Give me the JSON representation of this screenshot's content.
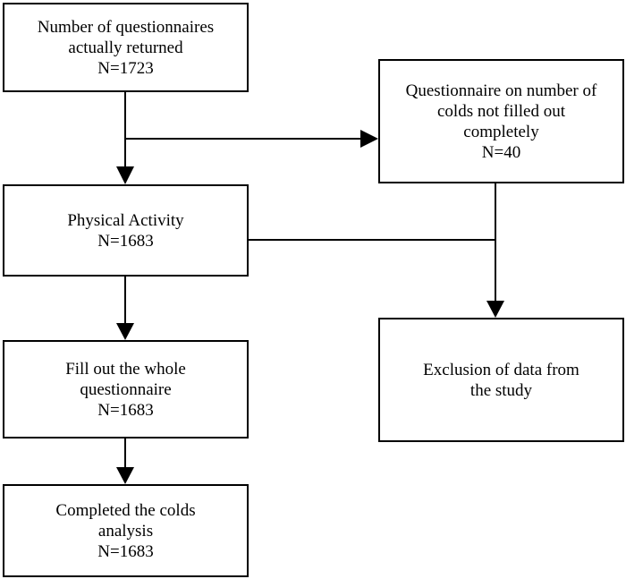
{
  "boxes": {
    "returned": {
      "lines": [
        "Number of questionnaires",
        "actually returned",
        "N=1723"
      ]
    },
    "incomplete": {
      "lines": [
        "Questionnaire on number of",
        "colds not filled out",
        "completely",
        "N=40"
      ]
    },
    "physical": {
      "lines": [
        "Physical Activity",
        "N=1683"
      ]
    },
    "fillout": {
      "lines": [
        "Fill out the whole",
        "questionnaire",
        "N=1683"
      ]
    },
    "exclusion": {
      "lines": [
        "Exclusion of data from",
        "the study"
      ]
    },
    "completed": {
      "lines": [
        "Completed the colds",
        "analysis",
        "N=1683"
      ]
    }
  },
  "colors": {
    "line": "#000000",
    "background": "#ffffff"
  }
}
